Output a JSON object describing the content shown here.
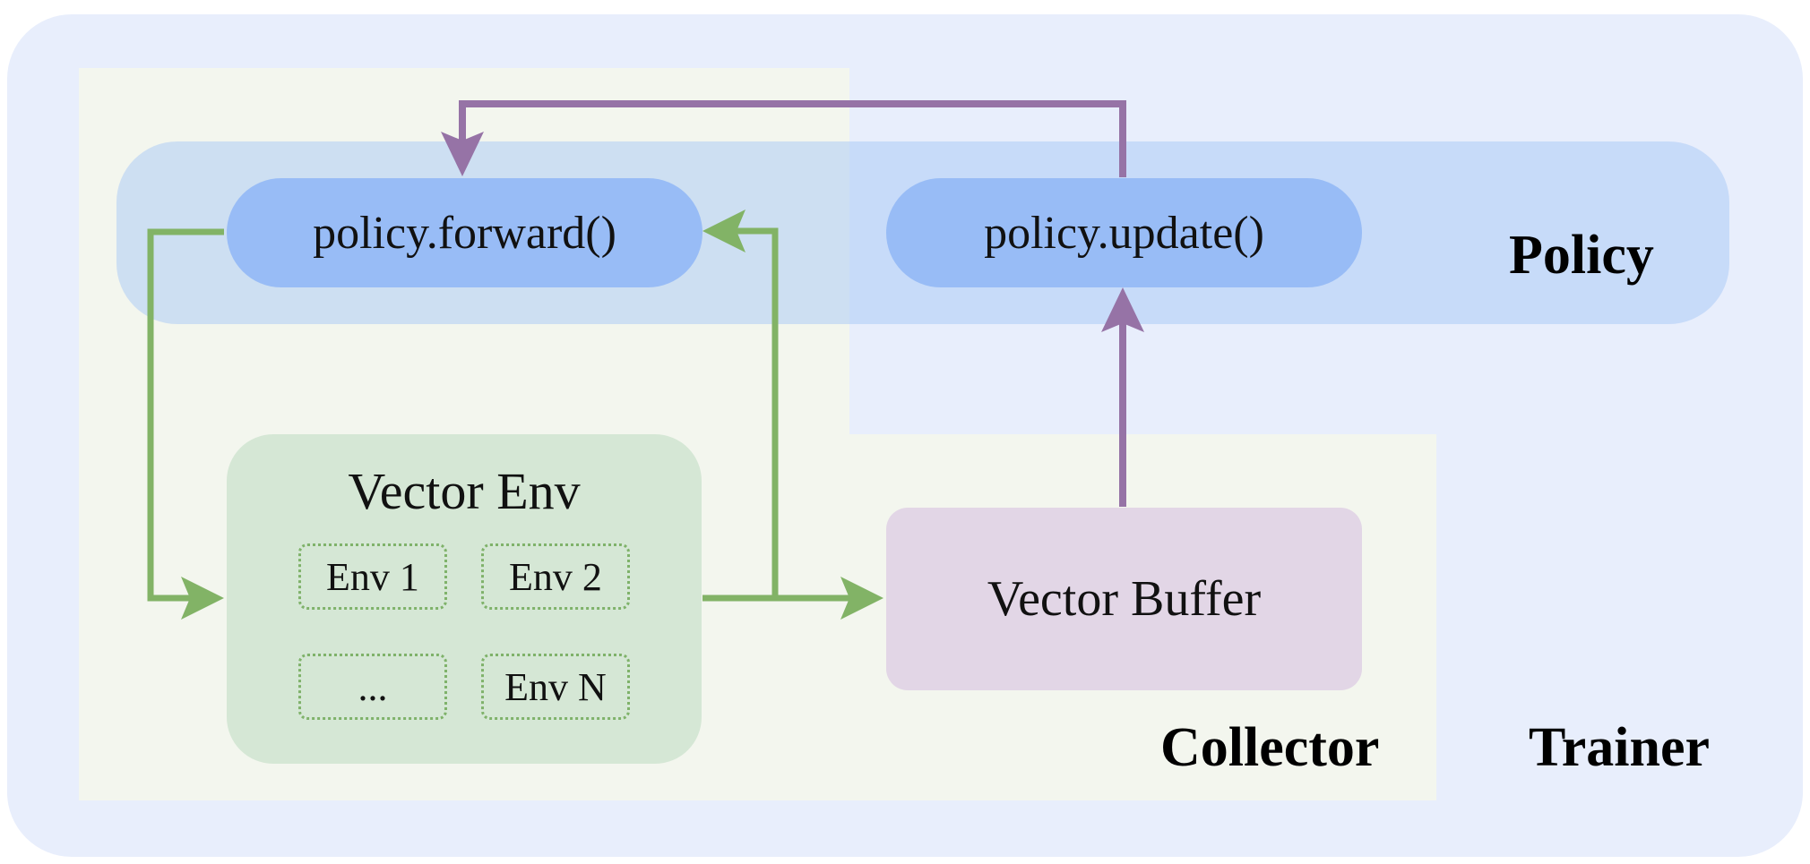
{
  "diagram": {
    "trainer_label": "Trainer",
    "collector_label": "Collector",
    "policy_label": "Policy",
    "policy_forward": "policy.forward()",
    "policy_update": "policy.update()",
    "vector_env": {
      "title": "Vector Env",
      "envs": [
        "Env 1",
        "Env 2",
        "...",
        "Env N"
      ]
    },
    "vector_buffer": "Vector Buffer",
    "colors": {
      "trainer_bg": "#e8eefc",
      "collector_bg": "#f3f6ee",
      "policy_band": "#a0c4f6",
      "policy_pill": "#98bcf6",
      "vector_env_bg": "#d5e7d5",
      "vector_buffer_bg": "#e2d6e6",
      "green_arrow": "#82b366",
      "purple_arrow": "#9673a6"
    }
  }
}
